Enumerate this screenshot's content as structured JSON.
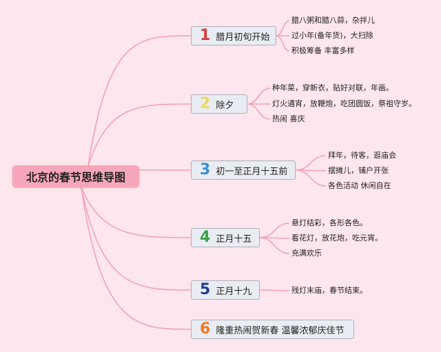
{
  "root": {
    "label": "北京的春节思维导图"
  },
  "branches": [
    {
      "num": "1",
      "num_color": "#d93a3a",
      "label": "腊月初旬开始",
      "leaves": [
        "腊八粥和腊八蒜，杂拌儿",
        "过小年(备年货)，大扫除",
        "积极筹备 丰富多样"
      ]
    },
    {
      "num": "2",
      "num_color": "#f0d760",
      "label": "除夕",
      "leaves": [
        "种年菜，穿新衣，贴好对联，年画。",
        "灯火通宵，放鞭炮，吃团圆饭，祭祖守岁。",
        "热闹 喜庆"
      ]
    },
    {
      "num": "3",
      "num_color": "#3b8fd6",
      "label": "初一至正月十五前",
      "leaves": [
        "拜年，待客，逛庙会",
        "摆摊儿，铺户开张",
        "各色活动 休闲自在"
      ]
    },
    {
      "num": "4",
      "num_color": "#3aa64a",
      "label": "正月十五",
      "leaves": [
        "悬灯结彩，各形各色。",
        "看花灯，放花炮，吃元宵。",
        "充满欢乐"
      ]
    },
    {
      "num": "5",
      "num_color": "#1f3f8f",
      "label": "正月十九",
      "leaves": [
        "残灯末庙，春节结束。"
      ]
    },
    {
      "num": "6",
      "num_color": "#ef7a22",
      "label": "隆重热闹贺新春 温馨浓郁庆佳节",
      "leaves": []
    }
  ],
  "colors": {
    "connector": "#f0a3b5",
    "background": "#fde6ee"
  }
}
